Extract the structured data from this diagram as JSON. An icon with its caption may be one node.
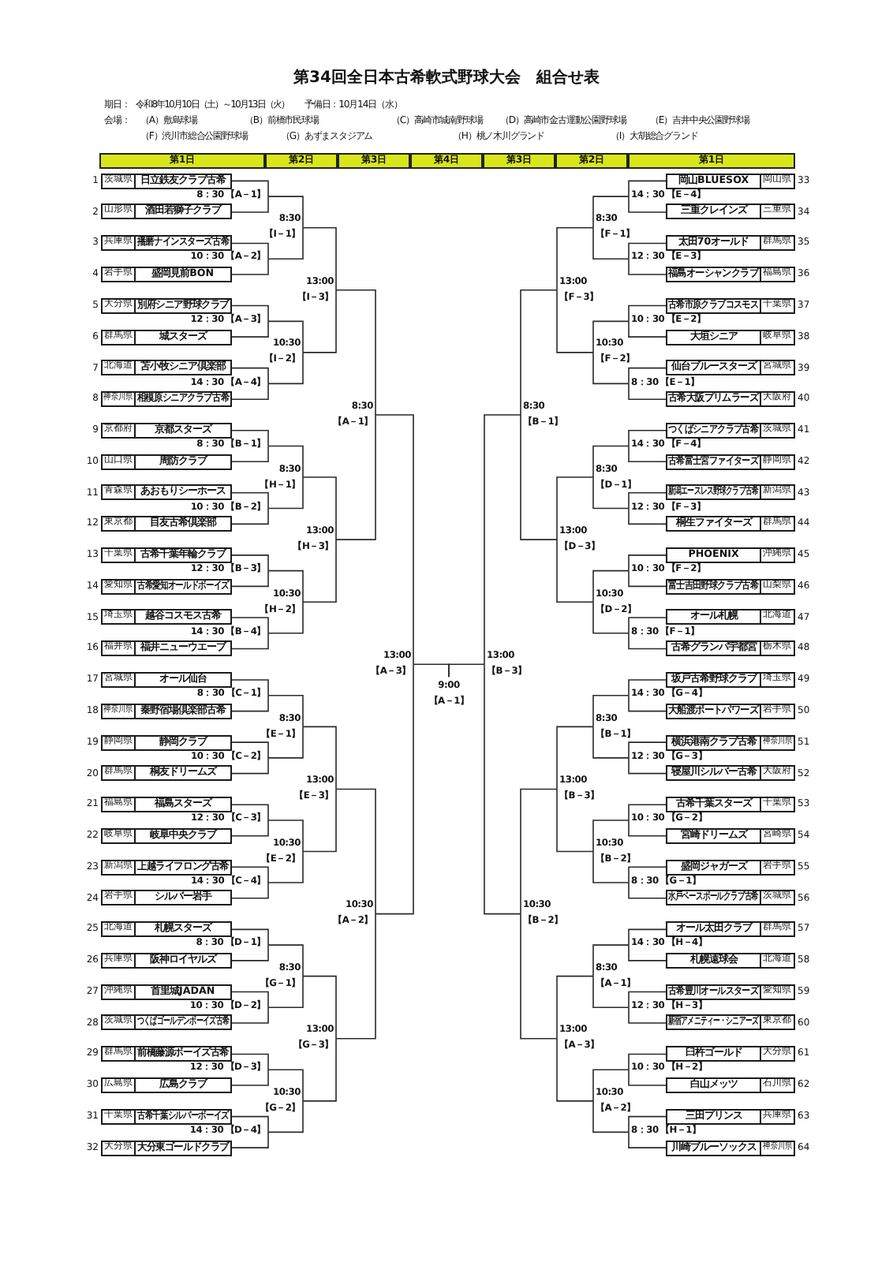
{
  "diagram": {
    "title": "第34回全日本古希軟式野球大会　組合せ表",
    "labels": [
      "期日：",
      "令和8年10月10日（土）～10月13日（火）",
      "予備日：10月14日（水）",
      "会場：",
      "（A）敷島球場",
      "（B）前橋市民球場",
      "（C）高崎市城南野球場",
      "（D）高崎市金古運動公園野球場",
      "（E）吉井中央公園野球場",
      "（F）渋川市総合公園野球場",
      "（G）あずまスタジアム",
      "（H）桃ノ木川グランド",
      "（I）大胡総合グランド"
    ],
    "nodes": [
      {
        "text": [
          "第1日"
        ]
      },
      {
        "text": [
          "第2日"
        ]
      },
      {
        "text": [
          "第3日"
        ]
      },
      {
        "text": [
          "第4日"
        ]
      },
      {
        "text": [
          "第3日"
        ]
      },
      {
        "text": [
          "第2日"
        ]
      },
      {
        "text": [
          "第1日"
        ]
      },
      {
        "text": [
          "茨城県",
          "日立鉄友クラブ古希"
        ],
        "beside": [
          "1"
        ]
      },
      {
        "text": [
          "山形県",
          "酒田若獅子クラブ"
        ],
        "beside": [
          "2"
        ]
      },
      {
        "text": [
          "兵庫県",
          "播磨ナインスターズ古希"
        ],
        "beside": [
          "3"
        ]
      },
      {
        "text": [
          "岩手県",
          "盛岡見前BON"
        ],
        "beside": [
          "4"
        ]
      },
      {
        "text": [
          "大分県",
          "別府シニア野球クラブ"
        ],
        "beside": [
          "5"
        ]
      },
      {
        "text": [
          "群馬県",
          "城スターズ"
        ],
        "beside": [
          "6"
        ]
      },
      {
        "text": [
          "北海道",
          "苫小牧シニア倶楽部"
        ],
        "beside": [
          "7"
        ]
      },
      {
        "text": [
          "神奈川県",
          "相模原シニアクラブ古希"
        ],
        "beside": [
          "8"
        ]
      },
      {
        "text": [
          "京都府",
          "京都スターズ"
        ],
        "beside": [
          "9"
        ]
      },
      {
        "text": [
          "山口県",
          "周防クラブ"
        ],
        "beside": [
          "10"
        ]
      },
      {
        "text": [
          "青森県",
          "あおもりシーホース"
        ],
        "beside": [
          "11"
        ]
      },
      {
        "text": [
          "東京都",
          "目友古希倶楽部"
        ],
        "beside": [
          "12"
        ]
      },
      {
        "text": [
          "千葉県",
          "古希千葉年輪クラブ"
        ],
        "beside": [
          "13"
        ]
      },
      {
        "text": [
          "愛知県",
          "古希愛知オールドボーイズ"
        ],
        "beside": [
          "14"
        ]
      },
      {
        "text": [
          "埼玉県",
          "越谷コスモス古希"
        ],
        "beside": [
          "15"
        ]
      },
      {
        "text": [
          "福井県",
          "福井ニューウエーブ"
        ],
        "beside": [
          "16"
        ]
      },
      {
        "text": [
          "宮城県",
          "オール仙台"
        ],
        "beside": [
          "17"
        ]
      },
      {
        "text": [
          "神奈川県",
          "秦野宿場倶楽部古希"
        ],
        "beside": [
          "18"
        ]
      },
      {
        "text": [
          "静岡県",
          "静岡クラブ"
        ],
        "beside": [
          "19"
        ]
      },
      {
        "text": [
          "群馬県",
          "桐友ドリームズ"
        ],
        "beside": [
          "20"
        ]
      },
      {
        "text": [
          "福島県",
          "福島スターズ"
        ],
        "beside": [
          "21"
        ]
      },
      {
        "text": [
          "岐阜県",
          "岐阜中央クラブ"
        ],
        "beside": [
          "22"
        ]
      },
      {
        "text": [
          "新潟県",
          "上越ライフロング古希"
        ],
        "beside": [
          "23"
        ]
      },
      {
        "text": [
          "岩手県",
          "シルバー岩手"
        ],
        "beside": [
          "24"
        ]
      },
      {
        "text": [
          "北海道",
          "札幌スターズ"
        ],
        "beside": [
          "25"
        ]
      },
      {
        "text": [
          "兵庫県",
          "阪神ロイヤルズ"
        ],
        "beside": [
          "26"
        ]
      },
      {
        "text": [
          "沖縄県",
          "首里城JADAN"
        ],
        "beside": [
          "27"
        ]
      },
      {
        "text": [
          "茨城県",
          "つくばゴールデンボーイズ古希"
        ],
        "beside": [
          "28"
        ]
      },
      {
        "text": [
          "群馬県",
          "前橋藤源ボーイズ古希"
        ],
        "beside": [
          "29"
        ]
      },
      {
        "text": [
          "広島県",
          "広島クラブ"
        ],
        "beside": [
          "30"
        ]
      },
      {
        "text": [
          "千葉県",
          "古希千葉シルバーボーイズ"
        ],
        "beside": [
          "31"
        ]
      },
      {
        "text": [
          "大分県",
          "大分東ゴールドクラブ"
        ],
        "beside": [
          "32"
        ]
      },
      {
        "text": [
          "岡山BLUESOX",
          "岡山県"
        ],
        "beside": [
          "33"
        ]
      },
      {
        "text": [
          "三重クレインズ",
          "三重県"
        ],
        "beside": [
          "34"
        ]
      },
      {
        "text": [
          "太田70オールド",
          "群馬県"
        ],
        "beside": [
          "35"
        ]
      },
      {
        "text": [
          "福島オーシャンクラブ",
          "福島県"
        ],
        "beside": [
          "36"
        ]
      },
      {
        "text": [
          "古希市原クラブコスモス",
          "千葉県"
        ],
        "beside": [
          "37"
        ]
      },
      {
        "text": [
          "大垣シニア",
          "岐阜県"
        ],
        "beside": [
          "38"
        ]
      },
      {
        "text": [
          "仙台ブルースターズ",
          "宮城県"
        ],
        "beside": [
          "39"
        ]
      },
      {
        "text": [
          "古希大阪プリムラーズ",
          "大阪府"
        ],
        "beside": [
          "40"
        ]
      },
      {
        "text": [
          "つくばシニアクラブ古希",
          "茨城県"
        ],
        "beside": [
          "41"
        ]
      },
      {
        "text": [
          "古希富士宮ファイターズ",
          "静岡県"
        ],
        "beside": [
          "42"
        ]
      },
      {
        "text": [
          "新潟エースレス野球クラブ古希",
          "新潟県"
        ],
        "beside": [
          "43"
        ]
      },
      {
        "text": [
          "桐生ファイターズ",
          "群馬県"
        ],
        "beside": [
          "44"
        ]
      },
      {
        "text": [
          "PHOENIX",
          "沖縄県"
        ],
        "beside": [
          "45"
        ]
      },
      {
        "text": [
          "富士吉田野球クラブ古希",
          "山梨県"
        ],
        "beside": [
          "46"
        ]
      },
      {
        "text": [
          "オール札幌",
          "北海道"
        ],
        "beside": [
          "47"
        ]
      },
      {
        "text": [
          "古希グランパ宇都宮",
          "栃木県"
        ],
        "beside": [
          "48"
        ]
      },
      {
        "text": [
          "坂戸古希野球クラブ",
          "埼玉県"
        ],
        "beside": [
          "49"
        ]
      },
      {
        "text": [
          "大船渡ポートパワーズ",
          "岩手県"
        ],
        "beside": [
          "50"
        ]
      },
      {
        "text": [
          "横浜港南クラブ古希",
          "神奈川県"
        ],
        "beside": [
          "51"
        ]
      },
      {
        "text": [
          "寝屋川シルバー古希",
          "大阪府"
        ],
        "beside": [
          "52"
        ]
      },
      {
        "text": [
          "古希千葉スターズ",
          "千葉県"
        ],
        "beside": [
          "53"
        ]
      },
      {
        "text": [
          "宮崎ドリームズ",
          "宮崎県"
        ],
        "beside": [
          "54"
        ]
      },
      {
        "text": [
          "盛岡ジャガーズ",
          "岩手県"
        ],
        "beside": [
          "55"
        ]
      },
      {
        "text": [
          "水戸ベースボールクラブ古希",
          "茨城県"
        ],
        "beside": [
          "56"
        ]
      },
      {
        "text": [
          "オール太田クラブ",
          "群馬県"
        ],
        "beside": [
          "57"
        ]
      },
      {
        "text": [
          "札幌遠球会",
          "北海道"
        ],
        "beside": [
          "58"
        ]
      },
      {
        "text": [
          "古希豊川オールスターズ",
          "愛知県"
        ],
        "beside": [
          "59"
        ]
      },
      {
        "text": [
          "新宿アメニティー・シニアーズ",
          "東京都"
        ],
        "beside": [
          "60"
        ]
      },
      {
        "text": [
          "臼杵ゴールド",
          "大分県"
        ],
        "beside": [
          "61"
        ]
      },
      {
        "text": [
          "白山メッツ",
          "石川県"
        ],
        "beside": [
          "62"
        ]
      },
      {
        "text": [
          "三田プリンス",
          "兵庫県"
        ],
        "beside": [
          "63"
        ]
      },
      {
        "text": [
          "川崎ブルーソックス",
          "神奈川県"
        ],
        "beside": [
          "64"
        ]
      },
      {
        "text": [
          "8：30",
          "【A－1】"
        ]
      },
      {
        "text": [
          "10：30",
          "【A－2】"
        ]
      },
      {
        "text": [
          "12：30",
          "【A－3】"
        ]
      },
      {
        "text": [
          "14：30",
          "【A－4】"
        ]
      },
      {
        "text": [
          "8：30",
          "【B－1】"
        ]
      },
      {
        "text": [
          "10：30",
          "【B－2】"
        ]
      },
      {
        "text": [
          "12：30",
          "【B－3】"
        ]
      },
      {
        "text": [
          "14：30",
          "【B－4】"
        ]
      },
      {
        "text": [
          "8：30",
          "【C－1】"
        ]
      },
      {
        "text": [
          "10：30",
          "【C－2】"
        ]
      },
      {
        "text": [
          "12：30",
          "【C－3】"
        ]
      },
      {
        "text": [
          "14：30",
          "【C－4】"
        ]
      },
      {
        "text": [
          "8：30",
          "【D－1】"
        ]
      },
      {
        "text": [
          "10：30",
          "【D－2】"
        ]
      },
      {
        "text": [
          "12：30",
          "【D－3】"
        ]
      },
      {
        "text": [
          "14：30",
          "【D－4】"
        ]
      },
      {
        "text": [
          "14：30",
          "【E－4】"
        ]
      },
      {
        "text": [
          "12：30",
          "【E－3】"
        ]
      },
      {
        "text": [
          "10：30",
          "【E－2】"
        ]
      },
      {
        "text": [
          "8：30",
          "【E－1】"
        ]
      },
      {
        "text": [
          "14：30",
          "【F－4】"
        ]
      },
      {
        "text": [
          "12：30",
          "【F－3】"
        ]
      },
      {
        "text": [
          "10：30",
          "【F－2】"
        ]
      },
      {
        "text": [
          "8：30",
          "【F－1】"
        ]
      },
      {
        "text": [
          "14：30",
          "【G－4】"
        ]
      },
      {
        "text": [
          "12：30",
          "【G－3】"
        ]
      },
      {
        "text": [
          "10：30",
          "【G－2】"
        ]
      },
      {
        "text": [
          "8：30",
          "【G－1】"
        ]
      },
      {
        "text": [
          "14：30",
          "【H－4】"
        ]
      },
      {
        "text": [
          "12：30",
          "【H－3】"
        ]
      },
      {
        "text": [
          "10：30",
          "【H－2】"
        ]
      },
      {
        "text": [
          "8：30",
          "【H－1】"
        ]
      },
      {
        "text": [
          "8:30",
          "【I－1】"
        ]
      },
      {
        "text": [
          "10:30",
          "【I－2】"
        ]
      },
      {
        "text": [
          "8:30",
          "【H－1】"
        ]
      },
      {
        "text": [
          "10:30",
          "【H－2】"
        ]
      },
      {
        "text": [
          "8:30",
          "【E－1】"
        ]
      },
      {
        "text": [
          "10:30",
          "【E－2】"
        ]
      },
      {
        "text": [
          "8:30",
          "【G－1】"
        ]
      },
      {
        "text": [
          "10:30",
          "【G－2】"
        ]
      },
      {
        "text": [
          "8:30",
          "【F－1】"
        ]
      },
      {
        "text": [
          "10:30",
          "【F－2】"
        ]
      },
      {
        "text": [
          "8:30",
          "【D－1】"
        ]
      },
      {
        "text": [
          "10:30",
          "【D－2】"
        ]
      },
      {
        "text": [
          "8:30",
          "【B－1】"
        ]
      },
      {
        "text": [
          "10:30",
          "【B－2】"
        ]
      },
      {
        "text": [
          "8:30",
          "【A－1】"
        ]
      },
      {
        "text": [
          "10:30",
          "【A－2】"
        ]
      },
      {
        "text": [
          "13:00",
          "【I－3】"
        ]
      },
      {
        "text": [
          "13:00",
          "【H－3】"
        ]
      },
      {
        "text": [
          "13:00",
          "【E－3】"
        ]
      },
      {
        "text": [
          "13:00",
          "【G－3】"
        ]
      },
      {
        "text": [
          "13:00",
          "【F－3】"
        ]
      },
      {
        "text": [
          "13:00",
          "【D－3】"
        ]
      },
      {
        "text": [
          "13:00",
          "【B－3】"
        ]
      },
      {
        "text": [
          "13:00",
          "【A－3】"
        ]
      },
      {
        "text": [
          "8:30",
          "【A－1】"
        ]
      },
      {
        "text": [
          "10:30",
          "【A－2】"
        ]
      },
      {
        "text": [
          "8:30",
          "【B－1】"
        ]
      },
      {
        "text": [
          "10:30",
          "【B－2】"
        ]
      },
      {
        "text": [
          "13:00",
          "【A－3】"
        ]
      },
      {
        "text": [
          "13:00",
          "【B－3】"
        ]
      },
      {
        "text": [
          "9:00",
          "【A－1】"
        ]
      }
    ],
    "edges": [
      {
        "from": 7,
        "to": 71,
        "arrow": "none"
      },
      {
        "from": 8,
        "to": 71,
        "arrow": "none"
      },
      {
        "from": 9,
        "to": 72,
        "arrow": "none"
      },
      {
        "from": 10,
        "to": 72,
        "arrow": "none"
      },
      {
        "from": 11,
        "to": 73,
        "arrow": "none"
      },
      {
        "from": 12,
        "to": 73,
        "arrow": "none"
      },
      {
        "from": 13,
        "to": 74,
        "arrow": "none"
      },
      {
        "from": 14,
        "to": 74,
        "arrow": "none"
      },
      {
        "from": 15,
        "to": 75,
        "arrow": "none"
      },
      {
        "from": 16,
        "to": 75,
        "arrow": "none"
      },
      {
        "from": 17,
        "to": 76,
        "arrow": "none"
      },
      {
        "from": 18,
        "to": 76,
        "arrow": "none"
      },
      {
        "from": 19,
        "to": 77,
        "arrow": "none"
      },
      {
        "from": 20,
        "to": 77,
        "arrow": "none"
      },
      {
        "from": 21,
        "to": 78,
        "arrow": "none"
      },
      {
        "from": 22,
        "to": 78,
        "arrow": "none"
      },
      {
        "from": 23,
        "to": 79,
        "arrow": "none"
      },
      {
        "from": 24,
        "to": 79,
        "arrow": "none"
      },
      {
        "from": 25,
        "to": 80,
        "arrow": "none"
      },
      {
        "from": 26,
        "to": 80,
        "arrow": "none"
      },
      {
        "from": 27,
        "to": 81,
        "arrow": "none"
      },
      {
        "from": 28,
        "to": 81,
        "arrow": "none"
      },
      {
        "from": 29,
        "to": 82,
        "arrow": "none"
      },
      {
        "from": 30,
        "to": 82,
        "arrow": "none"
      },
      {
        "from": 31,
        "to": 83,
        "arrow": "none"
      },
      {
        "from": 32,
        "to": 83,
        "arrow": "none"
      },
      {
        "from": 33,
        "to": 84,
        "arrow": "none"
      },
      {
        "from": 34,
        "to": 84,
        "arrow": "none"
      },
      {
        "from": 35,
        "to": 85,
        "arrow": "none"
      },
      {
        "from": 36,
        "to": 85,
        "arrow": "none"
      },
      {
        "from": 37,
        "to": 86,
        "arrow": "none"
      },
      {
        "from": 38,
        "to": 86,
        "arrow": "none"
      },
      {
        "from": 39,
        "to": 87,
        "arrow": "none"
      },
      {
        "from": 40,
        "to": 87,
        "arrow": "none"
      },
      {
        "from": 41,
        "to": 88,
        "arrow": "none"
      },
      {
        "from": 42,
        "to": 88,
        "arrow": "none"
      },
      {
        "from": 43,
        "to": 89,
        "arrow": "none"
      },
      {
        "from": 44,
        "to": 89,
        "arrow": "none"
      },
      {
        "from": 45,
        "to": 90,
        "arrow": "none"
      },
      {
        "from": 46,
        "to": 90,
        "arrow": "none"
      },
      {
        "from": 47,
        "to": 91,
        "arrow": "none"
      },
      {
        "from": 48,
        "to": 91,
        "arrow": "none"
      },
      {
        "from": 49,
        "to": 92,
        "arrow": "none"
      },
      {
        "from": 50,
        "to": 92,
        "arrow": "none"
      },
      {
        "from": 51,
        "to": 93,
        "arrow": "none"
      },
      {
        "from": 52,
        "to": 93,
        "arrow": "none"
      },
      {
        "from": 53,
        "to": 94,
        "arrow": "none"
      },
      {
        "from": 54,
        "to": 94,
        "arrow": "none"
      },
      {
        "from": 55,
        "to": 95,
        "arrow": "none"
      },
      {
        "from": 56,
        "to": 95,
        "arrow": "none"
      },
      {
        "from": 57,
        "to": 96,
        "arrow": "none"
      },
      {
        "from": 58,
        "to": 96,
        "arrow": "none"
      },
      {
        "from": 59,
        "to": 97,
        "arrow": "none"
      },
      {
        "from": 60,
        "to": 97,
        "arrow": "none"
      },
      {
        "from": 61,
        "to": 98,
        "arrow": "none"
      },
      {
        "from": 62,
        "to": 98,
        "arrow": "none"
      },
      {
        "from": 63,
        "to": 99,
        "arrow": "none"
      },
      {
        "from": 64,
        "to": 99,
        "arrow": "none"
      },
      {
        "from": 65,
        "to": 100,
        "arrow": "none"
      },
      {
        "from": 66,
        "to": 100,
        "arrow": "none"
      },
      {
        "from": 67,
        "to": 101,
        "arrow": "none"
      },
      {
        "from": 68,
        "to": 101,
        "arrow": "none"
      },
      {
        "from": 69,
        "to": 102,
        "arrow": "none"
      },
      {
        "from": 70,
        "to": 102,
        "arrow": "none"
      },
      {
        "from": 71,
        "to": 103,
        "arrow": "none"
      },
      {
        "from": 72,
        "to": 103,
        "arrow": "none"
      },
      {
        "from": 73,
        "to": 104,
        "arrow": "none"
      },
      {
        "from": 74,
        "to": 104,
        "arrow": "none"
      },
      {
        "from": 75,
        "to": 105,
        "arrow": "none"
      },
      {
        "from": 76,
        "to": 105,
        "arrow": "none"
      },
      {
        "from": 77,
        "to": 106,
        "arrow": "none"
      },
      {
        "from": 78,
        "to": 106,
        "arrow": "none"
      },
      {
        "from": 79,
        "to": 107,
        "arrow": "none"
      },
      {
        "from": 80,
        "to": 107,
        "arrow": "none"
      },
      {
        "from": 81,
        "to": 108,
        "arrow": "none"
      },
      {
        "from": 82,
        "to": 108,
        "arrow": "none"
      },
      {
        "from": 83,
        "to": 109,
        "arrow": "none"
      },
      {
        "from": 84,
        "to": 109,
        "arrow": "none"
      },
      {
        "from": 85,
        "to": 110,
        "arrow": "none"
      },
      {
        "from": 86,
        "to": 110,
        "arrow": "none"
      },
      {
        "from": 87,
        "to": 111,
        "arrow": "none"
      },
      {
        "from": 88,
        "to": 111,
        "arrow": "none"
      },
      {
        "from": 89,
        "to": 112,
        "arrow": "none"
      },
      {
        "from": 90,
        "to": 112,
        "arrow": "none"
      },
      {
        "from": 91,
        "to": 113,
        "arrow": "none"
      },
      {
        "from": 92,
        "to": 113,
        "arrow": "none"
      },
      {
        "from": 93,
        "to": 114,
        "arrow": "none"
      },
      {
        "from": 94,
        "to": 114,
        "arrow": "none"
      },
      {
        "from": 95,
        "to": 115,
        "arrow": "none"
      },
      {
        "from": 96,
        "to": 115,
        "arrow": "none"
      },
      {
        "from": 97,
        "to": 116,
        "arrow": "none"
      },
      {
        "from": 98,
        "to": 116,
        "arrow": "none"
      },
      {
        "from": 99,
        "to": 117,
        "arrow": "none"
      },
      {
        "from": 100,
        "to": 117,
        "arrow": "none"
      },
      {
        "from": 101,
        "to": 118,
        "arrow": "none"
      },
      {
        "from": 102,
        "to": 118,
        "arrow": "none"
      },
      {
        "from": 103,
        "to": 119,
        "arrow": "none"
      },
      {
        "from": 104,
        "to": 119,
        "arrow": "none"
      },
      {
        "from": 105,
        "to": 120,
        "arrow": "none"
      },
      {
        "from": 106,
        "to": 120,
        "arrow": "none"
      },
      {
        "from": 107,
        "to": 121,
        "arrow": "none"
      },
      {
        "from": 108,
        "to": 121,
        "arrow": "none"
      },
      {
        "from": 109,
        "to": 122,
        "arrow": "none"
      },
      {
        "from": 110,
        "to": 122,
        "arrow": "none"
      },
      {
        "from": 111,
        "to": 123,
        "arrow": "none"
      },
      {
        "from": 112,
        "to": 123,
        "arrow": "none"
      },
      {
        "from": 113,
        "to": 124,
        "arrow": "none"
      },
      {
        "from": 114,
        "to": 124,
        "arrow": "none"
      },
      {
        "from": 115,
        "to": 125,
        "arrow": "none"
      },
      {
        "from": 116,
        "to": 125,
        "arrow": "none"
      },
      {
        "from": 117,
        "to": 126,
        "arrow": "none"
      },
      {
        "from": 118,
        "to": 126,
        "arrow": "none"
      },
      {
        "from": 119,
        "to": 127,
        "arrow": "none"
      },
      {
        "from": 120,
        "to": 127,
        "arrow": "none"
      },
      {
        "from": 121,
        "to": 128,
        "arrow": "none"
      },
      {
        "from": 122,
        "to": 128,
        "arrow": "none"
      },
      {
        "from": 123,
        "to": 129,
        "arrow": "none"
      },
      {
        "from": 124,
        "to": 129,
        "arrow": "none"
      },
      {
        "from": 125,
        "to": 130,
        "arrow": "none"
      },
      {
        "from": 126,
        "to": 130,
        "arrow": "none"
      },
      {
        "from": 127,
        "to": 131,
        "arrow": "none"
      },
      {
        "from": 128,
        "to": 131,
        "arrow": "none"
      },
      {
        "from": 129,
        "to": 132,
        "arrow": "none"
      },
      {
        "from": 130,
        "to": 132,
        "arrow": "none"
      },
      {
        "from": 131,
        "to": 133,
        "arrow": "none"
      },
      {
        "from": 132,
        "to": 133,
        "arrow": "none"
      }
    ]
  }
}
